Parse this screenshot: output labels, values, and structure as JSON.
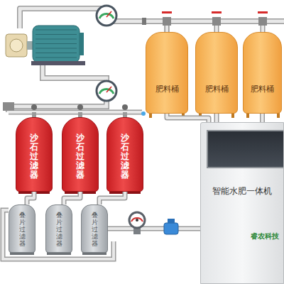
{
  "diagram": {
    "nodes": [
      {
        "text": [
          "肥料桶"
        ]
      },
      {
        "text": [
          "肥料桶"
        ]
      },
      {
        "text": [
          "肥料桶"
        ]
      },
      {
        "text": [
          "沙石过滤器"
        ]
      },
      {
        "text": [
          "沙石过滤器"
        ]
      },
      {
        "text": [
          "沙石过滤器"
        ]
      },
      {
        "text": [
          "智能水肥一体机",
          "睿农科技"
        ]
      },
      {
        "text": [
          "叠片过滤器"
        ]
      },
      {
        "text": [
          "叠片过滤器"
        ]
      },
      {
        "text": [
          "叠片过滤器"
        ]
      }
    ],
    "edges": [
      {
        "from": 0,
        "to": 6,
        "arrow": "none"
      },
      {
        "from": 1,
        "to": 6,
        "arrow": "none"
      },
      {
        "from": 2,
        "to": 6,
        "arrow": "none"
      },
      {
        "from": 3,
        "to": 7,
        "arrow": "none"
      },
      {
        "from": 4,
        "to": 8,
        "arrow": "none"
      },
      {
        "from": 5,
        "to": 9,
        "arrow": "none"
      },
      {
        "from": 9,
        "to": 6,
        "arrow": "none"
      }
    ]
  }
}
